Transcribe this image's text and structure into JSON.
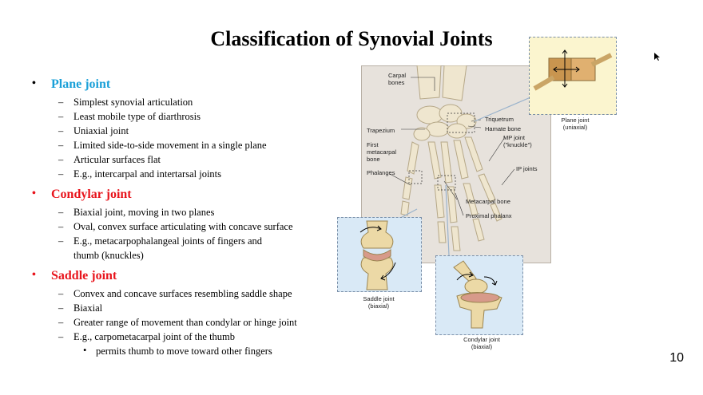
{
  "title": "Classification of Synovial Joints",
  "page_number": "10",
  "colors": {
    "plane": "#1aa0d8",
    "condylar": "#e8141c",
    "saddle": "#e8141c"
  },
  "sections": [
    {
      "heading": "Plane joint",
      "items": [
        "Simplest synovial articulation",
        "Least mobile type of diarthrosis",
        "Uniaxial joint",
        "Limited side-to-side movement in a single plane",
        "Articular surfaces flat",
        "E.g., intercarpal and intertarsal joints"
      ]
    },
    {
      "heading": "Condylar joint",
      "items": [
        "Biaxial joint, moving in two planes",
        "Oval, convex surface articulating with concave surface",
        "E.g., metacarpophalangeal joints of fingers and thumb (knuckles)"
      ]
    },
    {
      "heading": "Saddle joint",
      "items": [
        "Convex and concave surfaces resembling saddle shape",
        "Biaxial",
        "Greater range of movement than condylar or hinge joint",
        "E.g., carpometacarpal joint of the thumb"
      ],
      "subitems": [
        "permits thumb to move toward other fingers"
      ]
    }
  ],
  "figure": {
    "labels": {
      "carpal_bones": "Carpal bones",
      "triquetrum": "Triquetrum",
      "hamate": "Hamate bone",
      "trapezium": "Trapezium",
      "mp_joint": "MP joint (\"knuckle\")",
      "first_metacarpal": "First metacarpal bone",
      "phalanges": "Phalanges",
      "ip_joints": "IP joints",
      "metacarpal": "Metacarpal bone",
      "proximal_phalanx": "Proximal phalanx"
    },
    "captions": {
      "plane_name": "Plane joint",
      "plane_axis": "(uniaxial)",
      "saddle_name": "Saddle joint",
      "saddle_axis": "(biaxial)",
      "condylar_name": "Condylar joint",
      "condylar_axis": "(biaxial)"
    }
  }
}
